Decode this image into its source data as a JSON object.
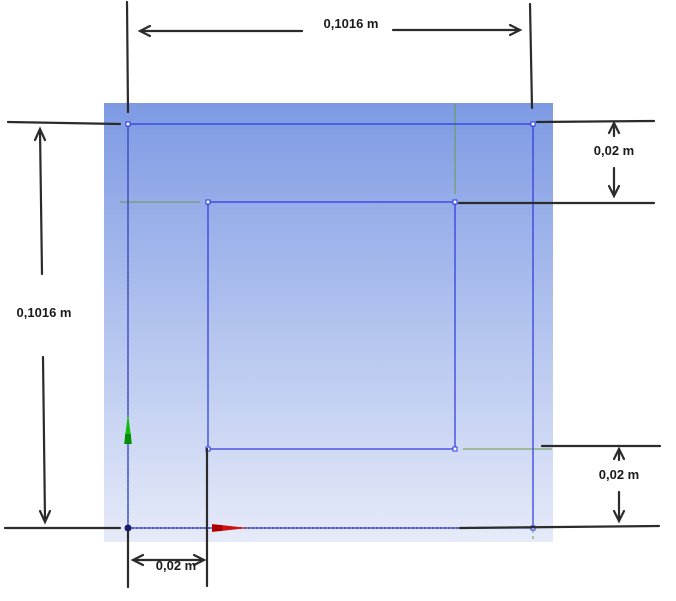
{
  "dimensions": {
    "outer_width": "0,1016 m",
    "outer_height": "0,1016 m",
    "top_offset": "0,02 m",
    "bottom_offset": "0,02 m",
    "left_offset": "0,02 m"
  },
  "colors": {
    "viewport_top": "#7d9ae3",
    "viewport_bottom": "#e6ebf9",
    "sketch_line": "#2a35e0",
    "construction_line": "#6a9a4a",
    "dimension_line": "#2b2b2b",
    "axis_x": "#cc1111",
    "axis_y": "#11bb11"
  }
}
